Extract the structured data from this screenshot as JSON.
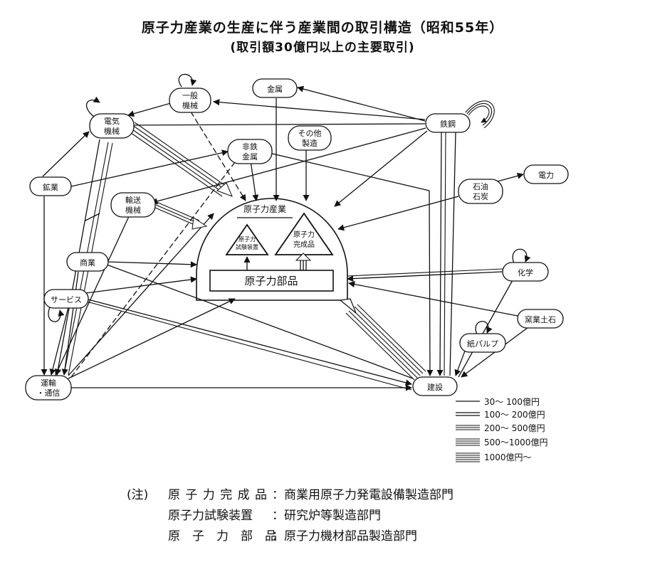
{
  "title": {
    "main": "原子力産業の生産に伴う産業間の取引構造（昭和55年）",
    "sub": "(取引額30億円以上の主要取引)"
  },
  "nodes": {
    "ippan_kikai": [
      "一般",
      "機械"
    ],
    "kinzoku": "金属",
    "tekko": "鉄鋼",
    "denki_kikai": [
      "電気",
      "機械"
    ],
    "hitetsu_kinzoku": [
      "非鉄",
      "金属"
    ],
    "sonota_seizo": [
      "その他",
      "製造"
    ],
    "kogyo": "鉱業",
    "denryoku": "電力",
    "sekiyu_sekitan": [
      "石油",
      "石炭"
    ],
    "yuso_kikai": [
      "輸送",
      "機械"
    ],
    "shogyo": "商業",
    "kagaku": "化学",
    "service": "サービス",
    "yogyo_doseki": "窯業土石",
    "kami_pulp": "紙パルプ",
    "unyu_tsushin": [
      "運輸",
      "・通信"
    ],
    "kensetsu": "建設"
  },
  "nuclear": {
    "industry_label": "原子力産業",
    "test_equipment": [
      "原子力",
      "試験装置"
    ],
    "finished_products": [
      "原子力",
      "完成品"
    ],
    "parts": "原子力部品"
  },
  "legend": [
    {
      "label": "30〜 100億円",
      "lines": 1
    },
    {
      "label": "100〜 200億円",
      "lines": 2
    },
    {
      "label": "200〜 500億円",
      "lines": 3
    },
    {
      "label": "500〜1000億円",
      "lines": 4
    },
    {
      "label": "1000億円〜",
      "lines": 5
    }
  ],
  "notes": {
    "prefix": "(注)",
    "rows": [
      {
        "term": "原 子 力 完 成 品",
        "desc": "：商業用原子力発電設備製造部門"
      },
      {
        "term": "原子力試験装置",
        "desc": "：研究炉等製造部門"
      },
      {
        "term": "原　子　力　部　品",
        "desc": "：原子力機材部品製造部門"
      }
    ]
  },
  "colors": {
    "ink": "#111111",
    "paper": "#ffffff"
  }
}
